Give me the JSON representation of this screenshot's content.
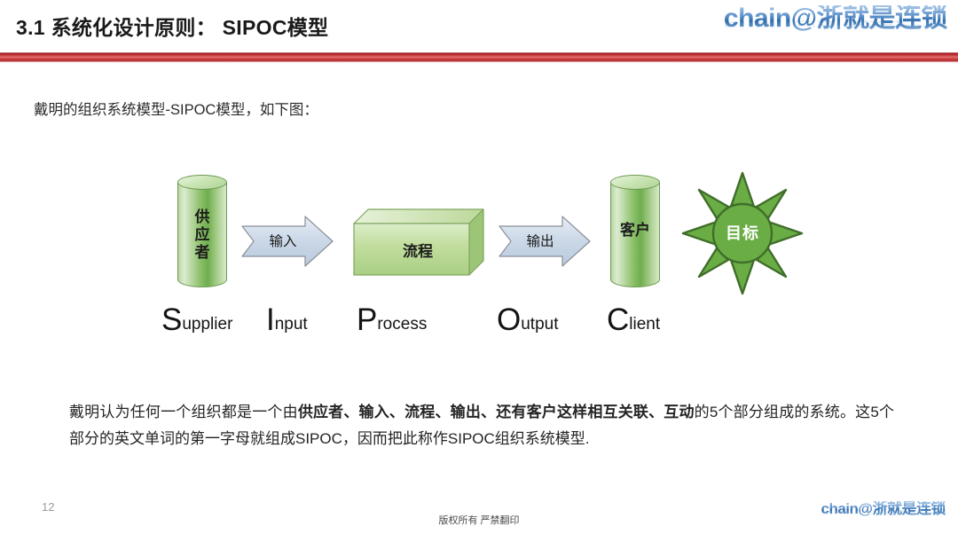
{
  "header": {
    "title": "3.1 系统化设计原则： SIPOC模型",
    "logo_text": "chain@浙就是连锁",
    "rule_color": "#c6393c"
  },
  "intro": {
    "text": "戴明的组织系统模型-SIPOC模型，如下图："
  },
  "diagram": {
    "supplier_label": "供应者",
    "supplier_chars": [
      "供",
      "应",
      "者"
    ],
    "input_arrow_label": "输入",
    "process_label": "流程",
    "output_arrow_label": "输出",
    "client_label": "客户",
    "target_label": "目标",
    "colors": {
      "cylinder_green": "#8cc06a",
      "cylinder_border": "#6e9b52",
      "arrow_fill": "#ccd9e8",
      "arrow_border": "#8a8f96",
      "process_green": "#b9d89a",
      "target_green": "#6aad45",
      "target_border": "#3f6e2a"
    },
    "words": [
      {
        "cap": "S",
        "rest": "upplier"
      },
      {
        "cap": "I",
        "rest": "nput"
      },
      {
        "cap": "P",
        "rest": "rocess"
      },
      {
        "cap": "O",
        "rest": "utput"
      },
      {
        "cap": "C",
        "rest": "lient"
      }
    ]
  },
  "body": {
    "part1": "戴明认为任何一个组织都是一个由",
    "bold1": "供应者、输入、流程、输出、还有客户这样相互关联、互动",
    "part2": "的5个部分组成的系统。这5个部分的英文单词的第一字母就组成SIPOC，因而把此称作SIPOC组织系统模型."
  },
  "footer": {
    "page_number": "12",
    "copyright": "版权所有 严禁翻印",
    "logo_text": "chain@浙就是连锁"
  }
}
